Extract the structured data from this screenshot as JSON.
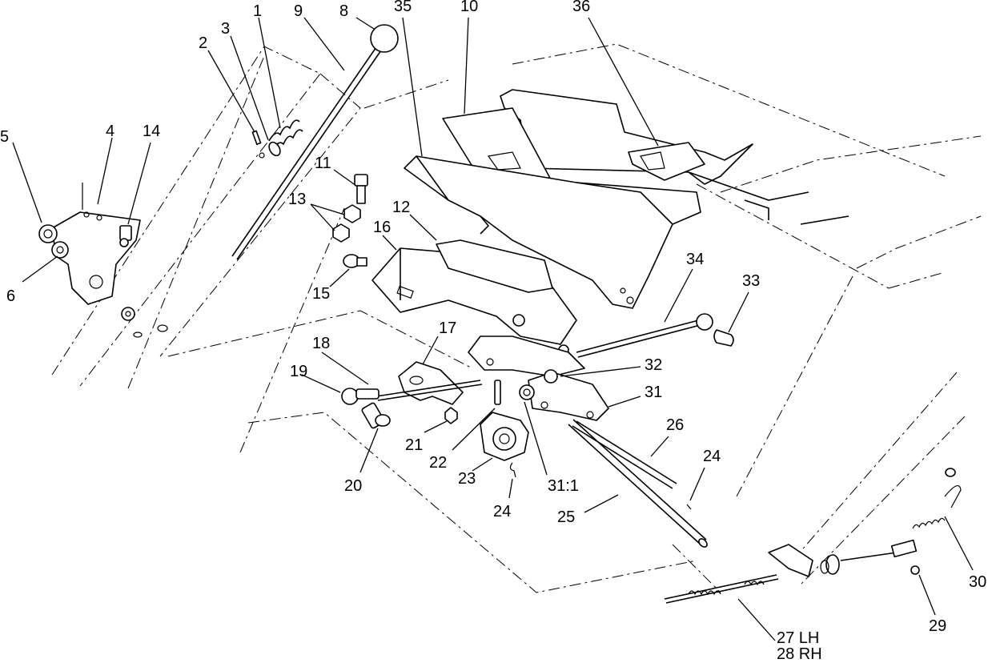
{
  "callouts": {
    "c1": "1",
    "c2": "2",
    "c3": "3",
    "c4": "4",
    "c5": "5",
    "c6": "6",
    "c8": "8",
    "c9": "9",
    "c10": "10",
    "c11": "11",
    "c12": "12",
    "c13": "13",
    "c14": "14",
    "c15": "15",
    "c16": "16",
    "c17": "17",
    "c18": "18",
    "c19": "19",
    "c20": "20",
    "c21": "21",
    "c22": "22",
    "c23": "23",
    "c24a": "24",
    "c24b": "24",
    "c25": "25",
    "c26": "26",
    "c27": "27 LH",
    "c28": "28 RH",
    "c29": "29",
    "c30": "30",
    "c31": "31",
    "c31_1": "31:1",
    "c32": "32",
    "c33": "33",
    "c34": "34",
    "c35": "35",
    "c36": "36"
  }
}
